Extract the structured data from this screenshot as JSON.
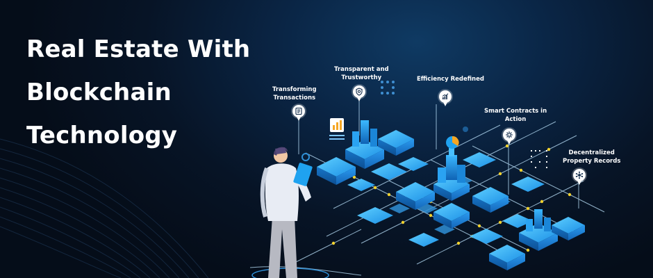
{
  "headline": {
    "line1": "Real Estate With",
    "line2": "Blockchain",
    "line3": "Technology"
  },
  "labels": {
    "transforming": [
      "Transforming",
      "Transactions"
    ],
    "transparent": [
      "Transparent and",
      "Trustworthy"
    ],
    "efficiency": [
      "Efficiency Redefined"
    ],
    "smart_contracts": [
      "Smart Contracts in",
      "Action"
    ],
    "decentralized": [
      "Decentralized",
      "Property Records"
    ]
  },
  "icons": {
    "transforming": "document-icon",
    "transparent": "shield-search-icon",
    "efficiency": "growth-chart-icon",
    "smart_contracts": "gear-contract-icon",
    "decentralized": "network-icon"
  },
  "colors": {
    "background": "#071426",
    "accent_blue": "#1fa2f0",
    "node_yellow": "#f2d22e",
    "pie_orange": "#f5a623",
    "text": "#ffffff"
  }
}
